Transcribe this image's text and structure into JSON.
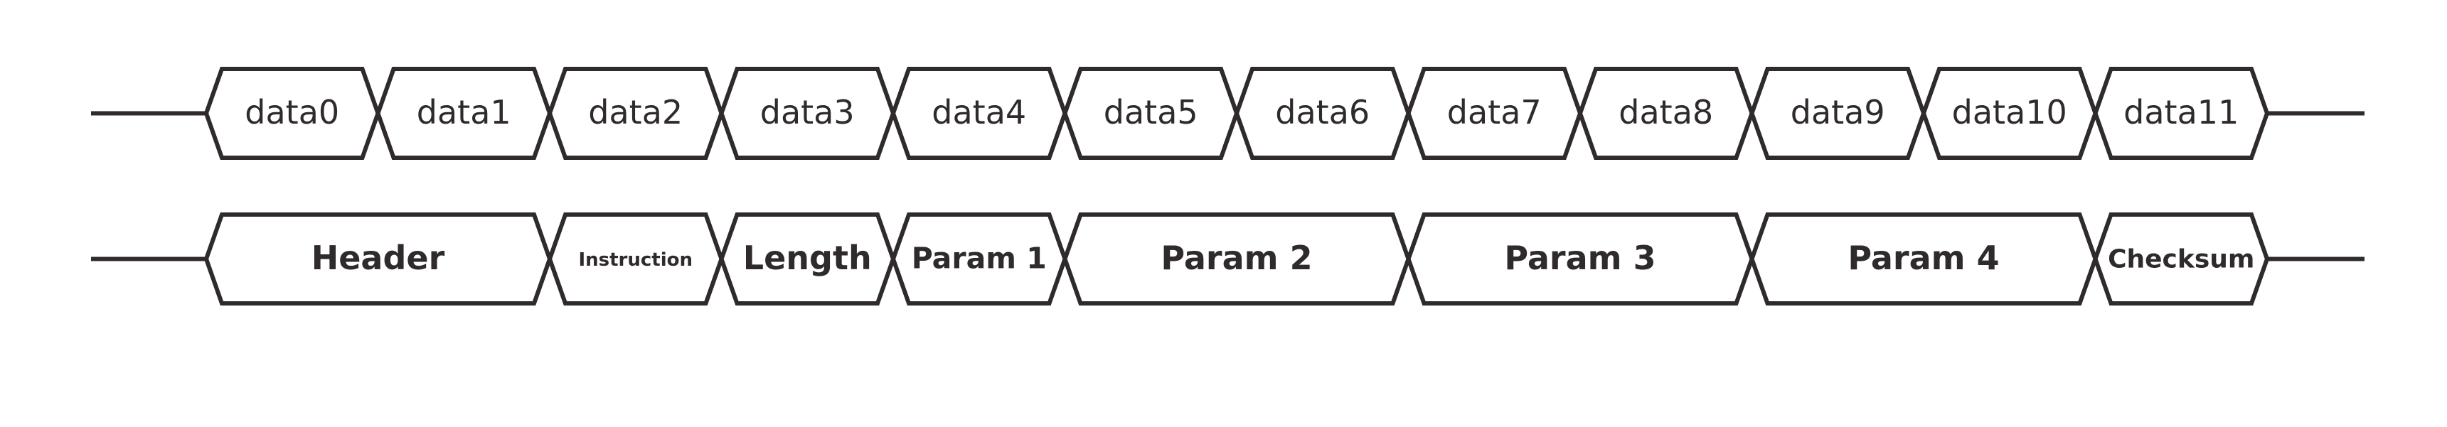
{
  "colors": {
    "stroke": "#2f2a2b",
    "fill": "#ffffff",
    "background": "#ffffff"
  },
  "rows": [
    {
      "name": "data-bytes-row",
      "cells": [
        {
          "label": "data0"
        },
        {
          "label": "data1"
        },
        {
          "label": "data2"
        },
        {
          "label": "data3"
        },
        {
          "label": "data4"
        },
        {
          "label": "data5"
        },
        {
          "label": "data6"
        },
        {
          "label": "data7"
        },
        {
          "label": "data8"
        },
        {
          "label": "data9"
        },
        {
          "label": "data10"
        },
        {
          "label": "data11"
        }
      ]
    },
    {
      "name": "packet-fields-row",
      "cells": [
        {
          "label": "Header",
          "span": 2
        },
        {
          "label": "Instruction",
          "span": 1
        },
        {
          "label": "Length",
          "span": 1
        },
        {
          "label": "Param 1",
          "span": 1
        },
        {
          "label": "Param 2",
          "span": 2
        },
        {
          "label": "Param 3",
          "span": 2
        },
        {
          "label": "Param 4",
          "span": 2
        },
        {
          "label": "Checksum",
          "span": 1
        }
      ]
    }
  ]
}
